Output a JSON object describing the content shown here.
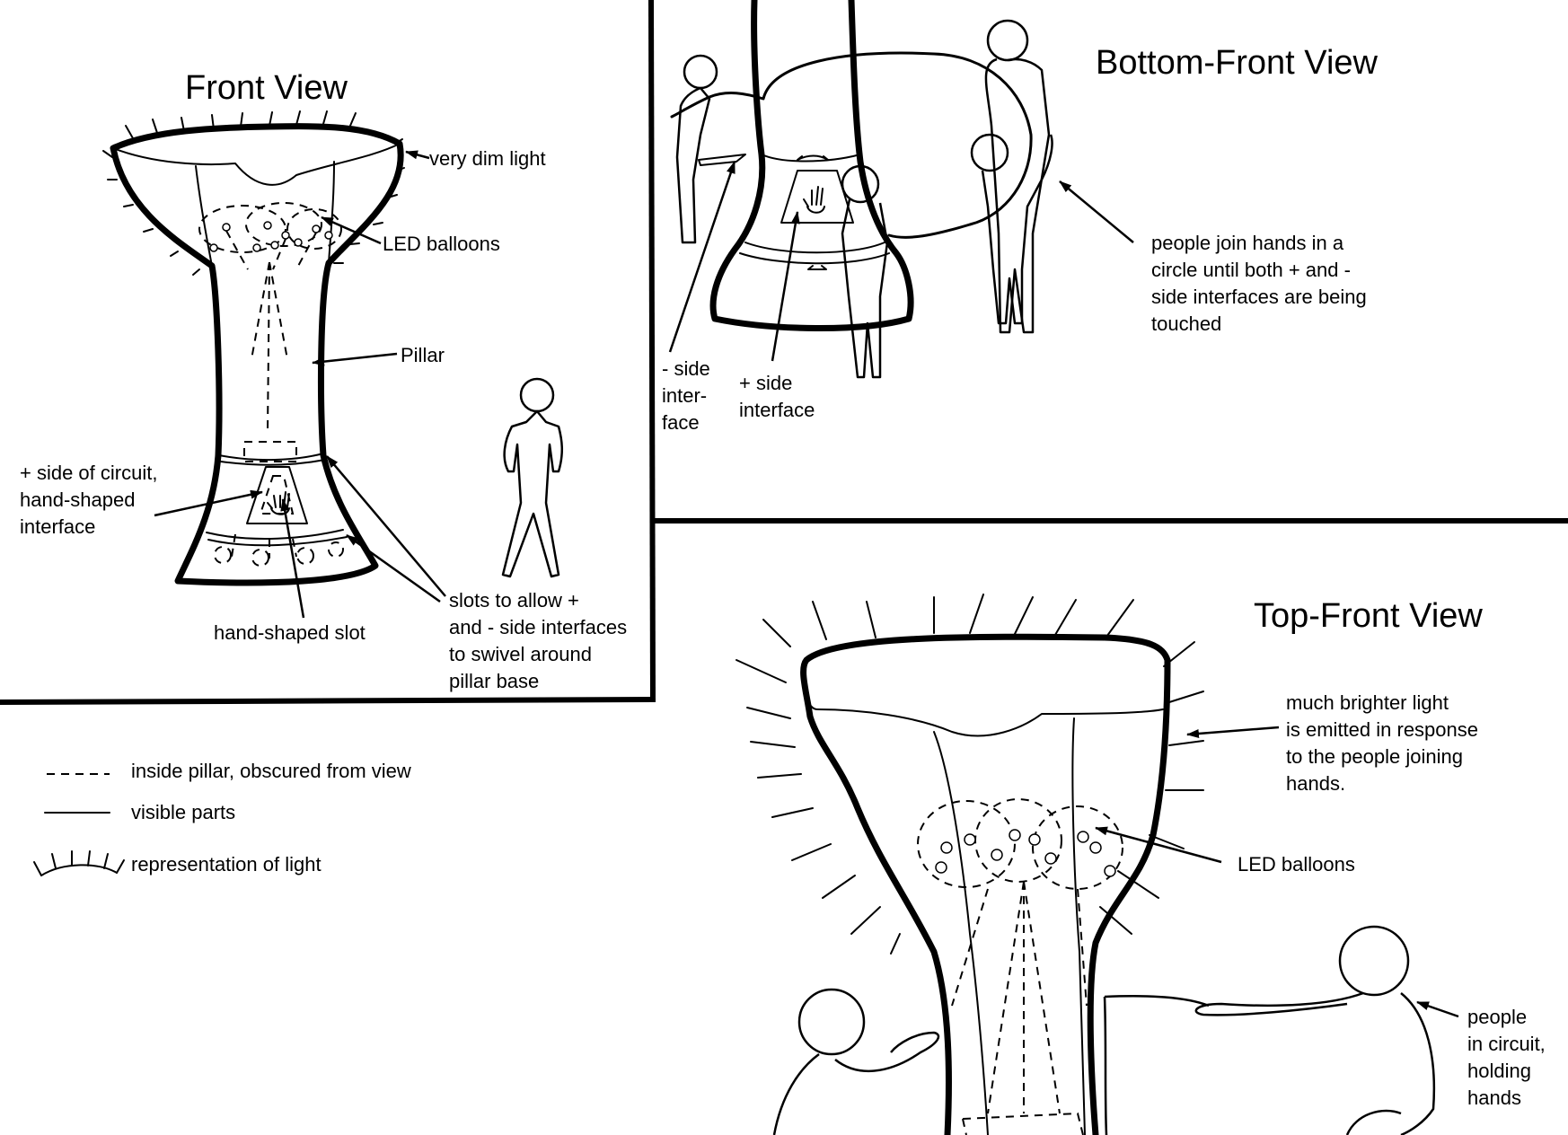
{
  "panels": {
    "front": {
      "title": "Front View",
      "labels": {
        "very_dim_light": "very dim light",
        "led_balloons": "LED balloons",
        "pillar": "Pillar",
        "plus_side_1": "+ side of circuit,",
        "plus_side_2": "hand-shaped",
        "plus_side_3": "interface",
        "hand_slot": "hand-shaped slot",
        "slots_1": "slots to allow +",
        "slots_2": "and - side interfaces",
        "slots_3": "to swivel around",
        "slots_4": "pillar base"
      }
    },
    "bottom_front": {
      "title": "Bottom-Front View",
      "labels": {
        "minus_1": "- side",
        "minus_2": "inter-",
        "minus_3": "face",
        "plus_1": "+ side",
        "plus_2": "interface",
        "join_1": "people join hands in a",
        "join_2": "circle until both + and -",
        "join_3": "side interfaces are being",
        "join_4": "touched"
      }
    },
    "top_front": {
      "title": "Top-Front View",
      "labels": {
        "bright_1": "much brighter light",
        "bright_2": "is emitted in response",
        "bright_3": "to the people joining",
        "bright_4": "hands.",
        "led_balloons": "LED balloons",
        "people_1": "people",
        "people_2": "in circuit,",
        "people_3": "holding",
        "people_4": "hands"
      }
    }
  },
  "legend": {
    "dashed": "inside pillar, obscured from view",
    "solid": "visible parts",
    "light": "representation of light"
  }
}
